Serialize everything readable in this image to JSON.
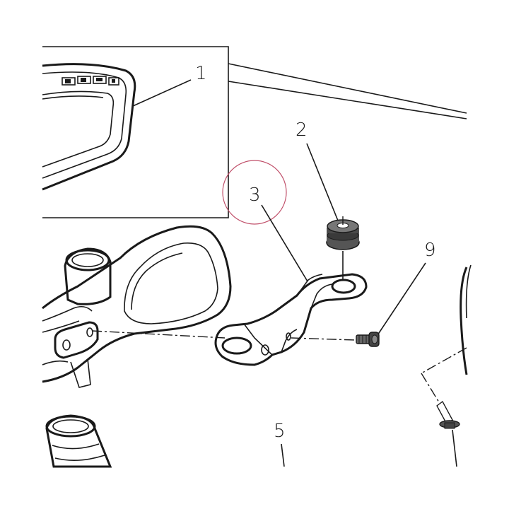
{
  "callouts": [
    {
      "id": "1",
      "label": "1"
    },
    {
      "id": "2",
      "label": "2"
    },
    {
      "id": "3",
      "label": "3"
    },
    {
      "id": "9",
      "label": "9"
    },
    {
      "id": "5",
      "label": "5"
    }
  ],
  "colors": {
    "ink": "#1a1a1a",
    "highlight_circle": "#c0506a",
    "part_fill": "#555555",
    "panel_fill": "#f7f7f7"
  }
}
